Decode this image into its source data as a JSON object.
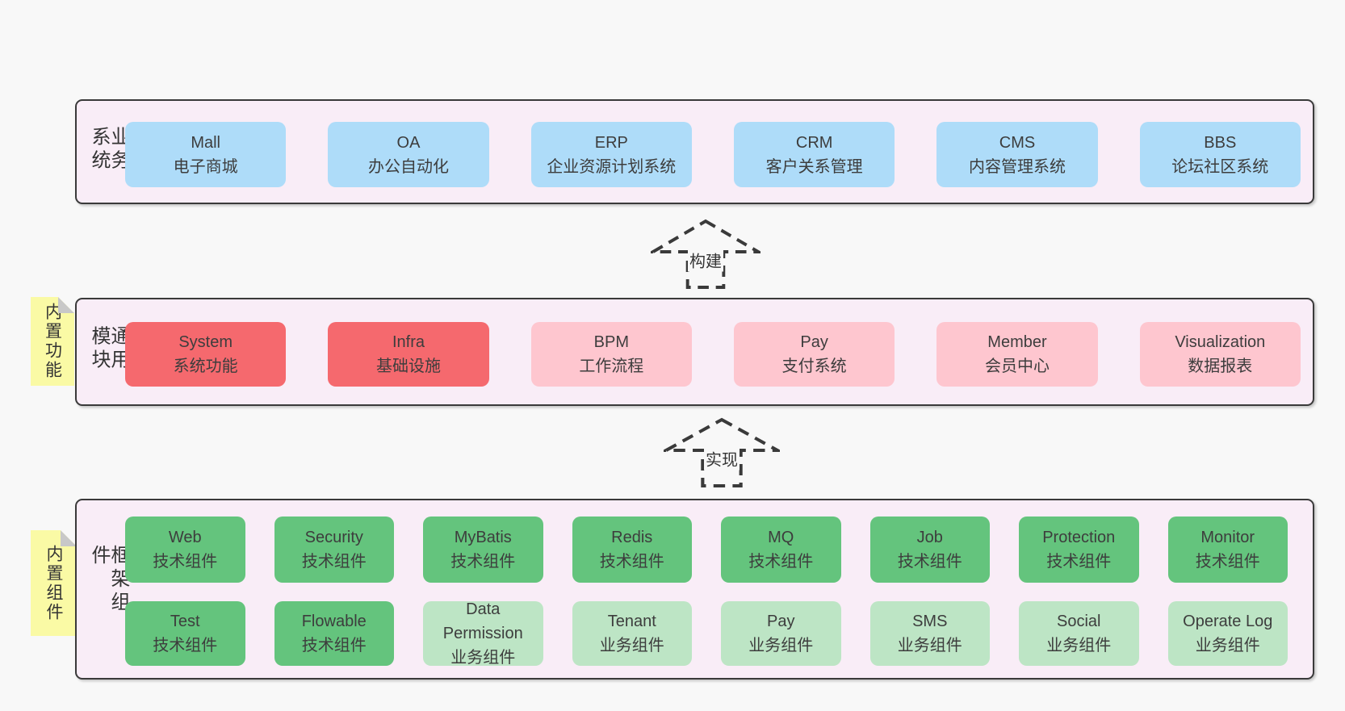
{
  "colors": {
    "page_bg": "#f8f8f8",
    "layer_bg": "#f9edf7",
    "layer_border": "#3a3a3a",
    "blue": "#aedcf9",
    "red": "#f5696e",
    "pink": "#fec6cf",
    "green": "#64c47d",
    "green_light": "#bde5c5",
    "note_yellow": "#fafaa5",
    "fold_gray": "#c8c8c8",
    "text": "#3a3a3a"
  },
  "arrows": {
    "build": "构建",
    "implement": "实现"
  },
  "layers": {
    "business": {
      "label": "业务系统",
      "boxes": [
        {
          "title": "Mall",
          "subtitle": "电子商城"
        },
        {
          "title": "OA",
          "subtitle": "办公自动化"
        },
        {
          "title": "ERP",
          "subtitle": "企业资源计划系统"
        },
        {
          "title": "CRM",
          "subtitle": "客户关系管理"
        },
        {
          "title": "CMS",
          "subtitle": "内容管理系统"
        },
        {
          "title": "BBS",
          "subtitle": "论坛社区系统"
        }
      ]
    },
    "modules": {
      "label": "通用模块",
      "note": "内置功能",
      "boxes": [
        {
          "title": "System",
          "subtitle": "系统功能"
        },
        {
          "title": "Infra",
          "subtitle": "基础设施"
        },
        {
          "title": "BPM",
          "subtitle": "工作流程"
        },
        {
          "title": "Pay",
          "subtitle": "支付系统"
        },
        {
          "title": "Member",
          "subtitle": "会员中心"
        },
        {
          "title": "Visualization",
          "subtitle": "数据报表"
        }
      ]
    },
    "components": {
      "label": "框架组件",
      "note": "内置组件",
      "row1": [
        {
          "title": "Web",
          "subtitle": "技术组件"
        },
        {
          "title": "Security",
          "subtitle": "技术组件"
        },
        {
          "title": "MyBatis",
          "subtitle": "技术组件"
        },
        {
          "title": "Redis",
          "subtitle": "技术组件"
        },
        {
          "title": "MQ",
          "subtitle": "技术组件"
        },
        {
          "title": "Job",
          "subtitle": "技术组件"
        },
        {
          "title": "Protection",
          "subtitle": "技术组件"
        },
        {
          "title": "Monitor",
          "subtitle": "技术组件"
        }
      ],
      "row2": [
        {
          "title": "Test",
          "subtitle": "技术组件"
        },
        {
          "title": "Flowable",
          "subtitle": "技术组件"
        },
        {
          "title": "Data Permission",
          "subtitle": "业务组件"
        },
        {
          "title": "Tenant",
          "subtitle": "业务组件"
        },
        {
          "title": "Pay",
          "subtitle": "业务组件"
        },
        {
          "title": "SMS",
          "subtitle": "业务组件"
        },
        {
          "title": "Social",
          "subtitle": "业务组件"
        },
        {
          "title": "Operate Log",
          "subtitle": "业务组件"
        }
      ]
    }
  }
}
